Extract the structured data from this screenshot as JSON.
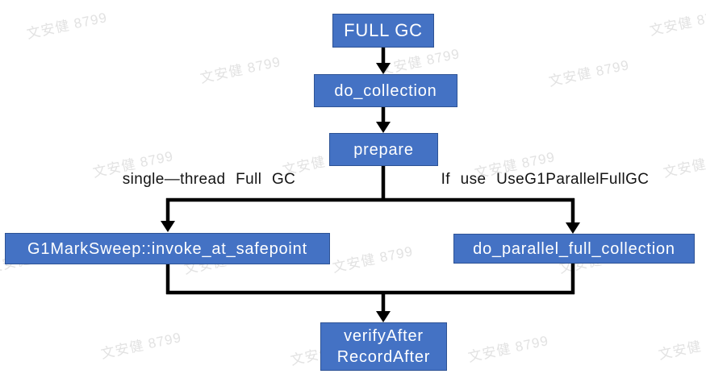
{
  "watermark": {
    "text": "文安健 8799"
  },
  "colors": {
    "node_fill": "#4472C4",
    "node_border": "#2E5395",
    "node_text": "#FFFFFF",
    "connector": "#000000",
    "branch_label_text": "#141414",
    "watermark": "#E2E2E2",
    "background": "#FFFFFF"
  },
  "diagram": {
    "type": "flowchart",
    "nodes": [
      {
        "id": "full-gc",
        "label": "FULL GC"
      },
      {
        "id": "do-collection",
        "label": "do_collection"
      },
      {
        "id": "prepare",
        "label": "prepare"
      },
      {
        "id": "g1marksweep-invoke",
        "label": "G1MarkSweep::invoke_at_safepoint"
      },
      {
        "id": "do-parallel-full-collection",
        "label": "do_parallel_full_collection"
      },
      {
        "id": "verify-record-after",
        "lines": [
          "verifyAfter",
          "RecordAfter"
        ]
      }
    ],
    "branch_labels": [
      {
        "id": "left-branch",
        "text": "single—thread Full GC"
      },
      {
        "id": "right-branch",
        "text": "If use UseG1ParallelFullGC"
      }
    ],
    "edges": [
      "FULL GC -> do_collection",
      "do_collection -> prepare",
      "prepare -> G1MarkSweep::invoke_at_safepoint (single-thread Full GC)",
      "prepare -> do_parallel_full_collection (If use UseG1ParallelFullGC)",
      "G1MarkSweep::invoke_at_safepoint -> verifyAfter/RecordAfter",
      "do_parallel_full_collection -> verifyAfter/RecordAfter"
    ]
  }
}
